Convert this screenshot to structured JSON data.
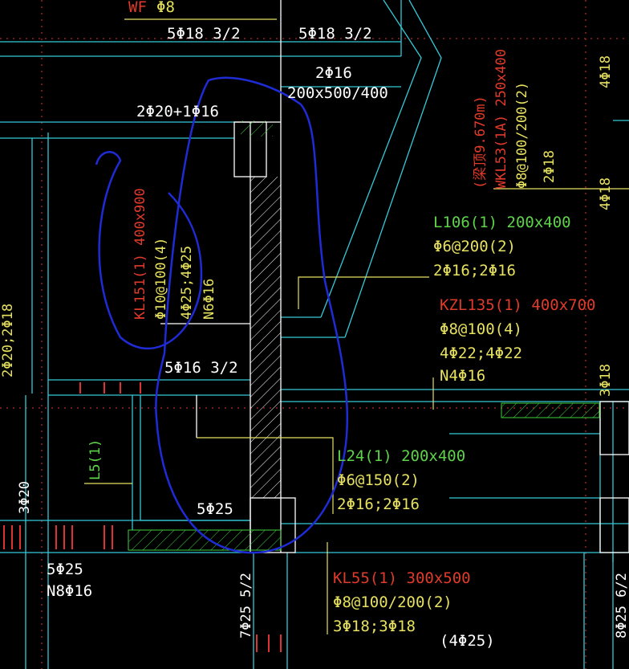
{
  "colors": {
    "background": "#000000",
    "cyan": "#35c9d6",
    "white": "#ffffff",
    "yellow": "#e7e160",
    "green": "#5ed34a",
    "red": "#e03a2a",
    "blue_markup": "#1f2bd4",
    "hatch_green": "#3fcf3f"
  },
  "labels": {
    "top_left_bar": "5Φ18 3/2",
    "top_mid_bar": "5Φ18 3/2",
    "top_red_fragment": "WF",
    "top_yellow_fragment": "Φ8",
    "beam_2phi16": "2Φ16",
    "beam_200x500": "200x500/400",
    "beam_2phi20": "2Φ20+1Φ16",
    "kl151_name": "KL151(1) 400x900",
    "kl151_stirrup": "Φ10@100(4)",
    "kl151_bars": "4Φ25;4Φ25",
    "kl151_waist": "N6Φ16",
    "mid_5phi16": "5Φ16 3/2",
    "l106_name": "L106(1) 200x400",
    "l106_stirrup": "Φ6@200(2)",
    "l106_bars": "2Φ16;2Φ16",
    "kzl135_name": "KZL135(1) 400x700",
    "kzl135_stirrup": "Φ8@100(4)",
    "kzl135_bars": "4Φ22;4Φ22",
    "kzl135_waist": "N4Φ16",
    "wkl53_elev": "(梁顶9.670m)",
    "wkl53_name": "WKL53(1A) 250x400",
    "wkl53_stirrup": "Φ8@100/200(2)",
    "wkl53_bars": "2Φ18",
    "right_4phi18_top": "4Φ18",
    "right_4phi18_mid": "4Φ18",
    "right_3phi18": "3Φ18",
    "l24_name": "L24(1) 200x400",
    "l24_stirrup": "Φ6@150(2)",
    "l24_bars": "2Φ16;2Φ16",
    "l5": "L5(1)",
    "bar_5phi25": "5Φ25",
    "left_3phi20": "3Φ20",
    "left_2phi20": "2Φ20;2Φ18",
    "bottom_5phi25": "5Φ25",
    "bottom_n8phi16": "N8Φ16",
    "bottom_7phi25": "7Φ25 5/2",
    "kl55_name": "KL55(1) 300x500",
    "kl55_stirrup": "Φ8@100/200(2)",
    "kl55_bars": "3Φ18;3Φ18",
    "bottom_4phi25": "(4Φ25)",
    "right_8phi25": "8Φ25 6/2"
  }
}
